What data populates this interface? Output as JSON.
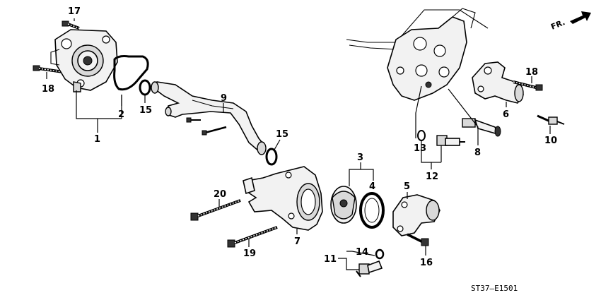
{
  "diagram_code": "ST37–E1501",
  "direction_label": "FR.",
  "callouts": {
    "c1": "1",
    "c2": "2",
    "c3": "3",
    "c4": "4",
    "c5": "5",
    "c6": "6",
    "c7": "7",
    "c8": "8",
    "c9": "9",
    "c10": "10",
    "c11": "11",
    "c12": "12",
    "c13": "13",
    "c14": "14",
    "c15a": "15",
    "c15b": "15",
    "c16": "16",
    "c17": "17",
    "c18a": "18",
    "c18b": "18",
    "c19": "19",
    "c20": "20"
  }
}
